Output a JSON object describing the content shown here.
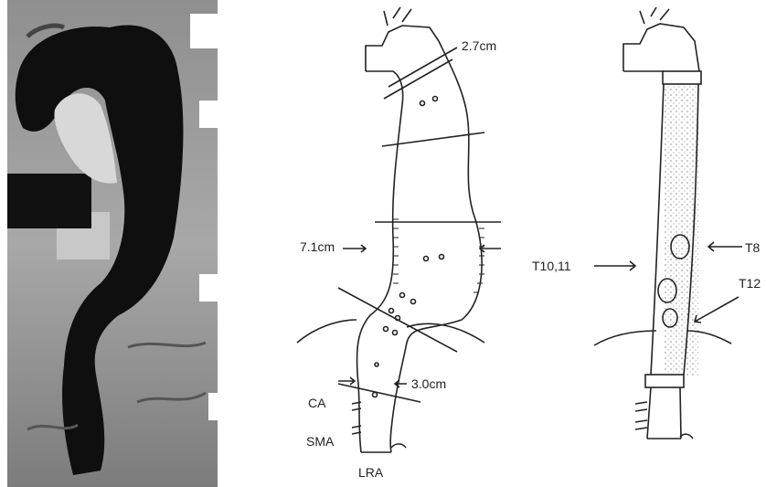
{
  "figure": {
    "diagram_left": {
      "label_top": "2.7cm",
      "label_mid": "7.1cm",
      "label_low": "3.0cm",
      "label_ca": "CA",
      "label_sma": "SMA",
      "label_lra": "LRA"
    },
    "diagram_right": {
      "label_t8": "T8",
      "label_t10_11": "T10,11",
      "label_t12": "T12"
    }
  },
  "colors": {
    "ink": "#222222",
    "angiogram_dark": "#0f0f0f",
    "angiogram_bg": "#9a9a9a",
    "paper": "#ffffff"
  }
}
